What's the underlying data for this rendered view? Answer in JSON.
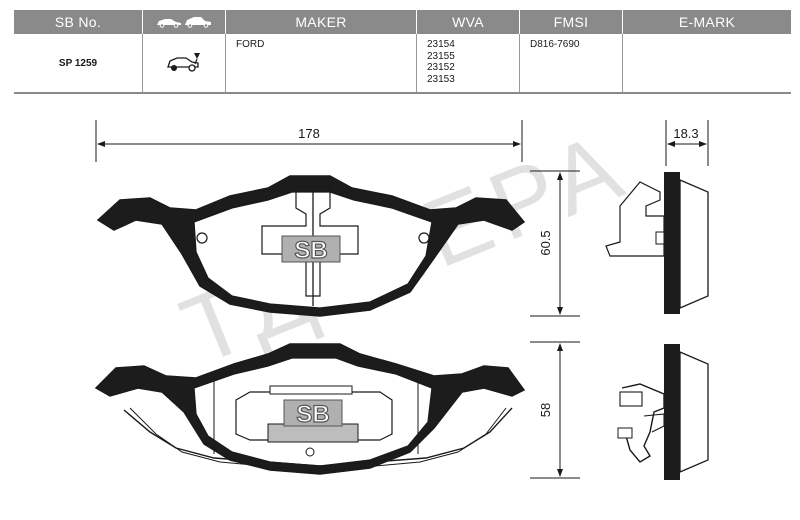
{
  "table": {
    "headers": {
      "sb_no": "SB No.",
      "maker": "MAKER",
      "wva": "WVA",
      "fmsi": "FMSI",
      "emark": "E-MARK"
    },
    "row": {
      "sb_no": "SP 1259",
      "maker": "FORD",
      "wva": [
        "23154",
        "23155",
        "23152",
        "23153"
      ],
      "fmsi": "D816-7690",
      "emark": ""
    }
  },
  "dimensions": {
    "width": "178",
    "thickness": "18.3",
    "height_top": "60.5",
    "height_bottom": "58"
  },
  "logo": "SB",
  "watermark": "ТД МЕРА",
  "colors": {
    "header_bg": "#8a8a8a",
    "pad_fill": "#1c1c1c",
    "line": "#1a1a1a"
  }
}
